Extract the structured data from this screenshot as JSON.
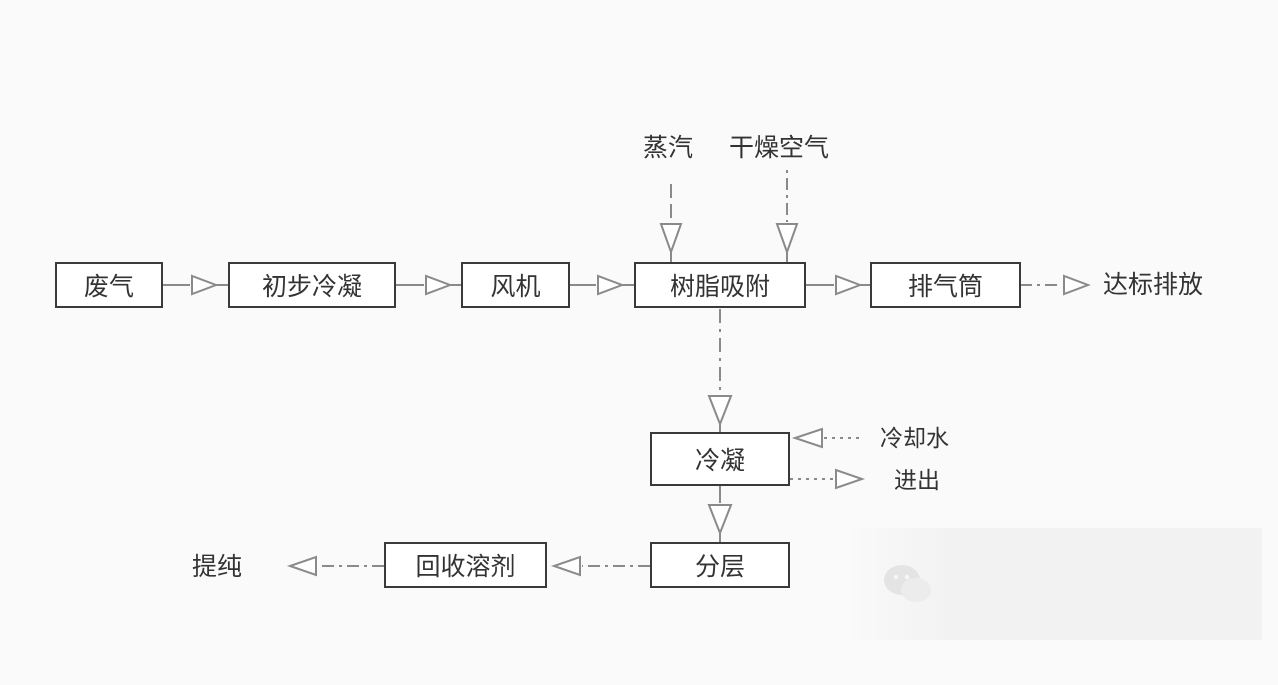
{
  "nodes": {
    "exhaust": "废气",
    "precondense": "初步冷凝",
    "fan": "风机",
    "resin": "树脂吸附",
    "stack": "排气筒",
    "condense": "冷凝",
    "layer": "分层",
    "recover": "回收溶剂"
  },
  "labels": {
    "steam": "蒸汽",
    "dry_air": "干燥空气",
    "discharge": "达标排放",
    "cooling_water": "冷却水",
    "in_out": "进出",
    "purify": "提纯"
  },
  "watermark": {
    "icon": "wechat-icon"
  }
}
